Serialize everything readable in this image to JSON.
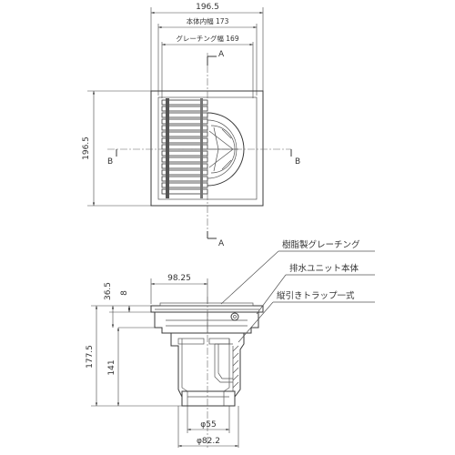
{
  "top_view": {
    "overall_width": "196.5",
    "inner_width": "本体内幅 173",
    "grating_width": "グレーチング幅 169",
    "overall_height": "196.5",
    "section_a_top": "A",
    "section_a_bottom": "A",
    "section_b_left": "B",
    "section_b_right": "B"
  },
  "side_view": {
    "offset_width": "98.25",
    "dim_36_5": "36.5",
    "dim_8": "8",
    "dim_177_5": "177.5",
    "dim_141": "141",
    "dia_55": "φ55",
    "dia_82_2": "φ82.2"
  },
  "callouts": {
    "grating": "樹脂製グレーチング",
    "drain_unit": "排水ユニット本体",
    "trap": "縦引きトラップ一式"
  }
}
